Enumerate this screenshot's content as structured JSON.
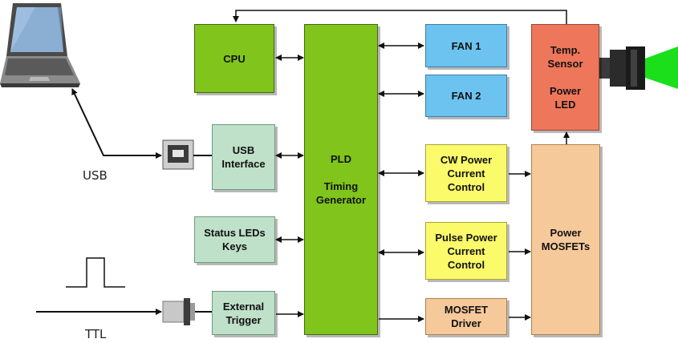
{
  "blocks": {
    "cpu": "CPU",
    "pld": "PLD\n\nTiming\nGenerator",
    "fan1": "FAN 1",
    "fan2": "FAN 2",
    "temp_sensor": "Temp.\nSensor\n\nPower\nLED",
    "usb_interface": "USB\nInterface",
    "status_leds": "Status LEDs\nKeys",
    "external_trigger": "External\nTrigger",
    "cw_power": "CW Power\nCurrent\nControl",
    "pulse_power": "Pulse Power\nCurrent\nControl",
    "mosfet_driver": "MOSFET\nDriver",
    "power_mosfets": "Power\nMOSFETs"
  },
  "labels": {
    "usb": "USB",
    "ttl": "TTL"
  },
  "colors": {
    "green": "#80c41c",
    "blue": "#6cc3ef",
    "salmon": "#ee765a",
    "mint": "#bfe0c9",
    "yellow": "#fbfa6b",
    "peach": "#f6c99a"
  },
  "icons": [
    "laptop-icon",
    "usb-connector-icon",
    "bnc-connector-icon",
    "laser-diode-icon",
    "ttl-pulse-icon"
  ]
}
